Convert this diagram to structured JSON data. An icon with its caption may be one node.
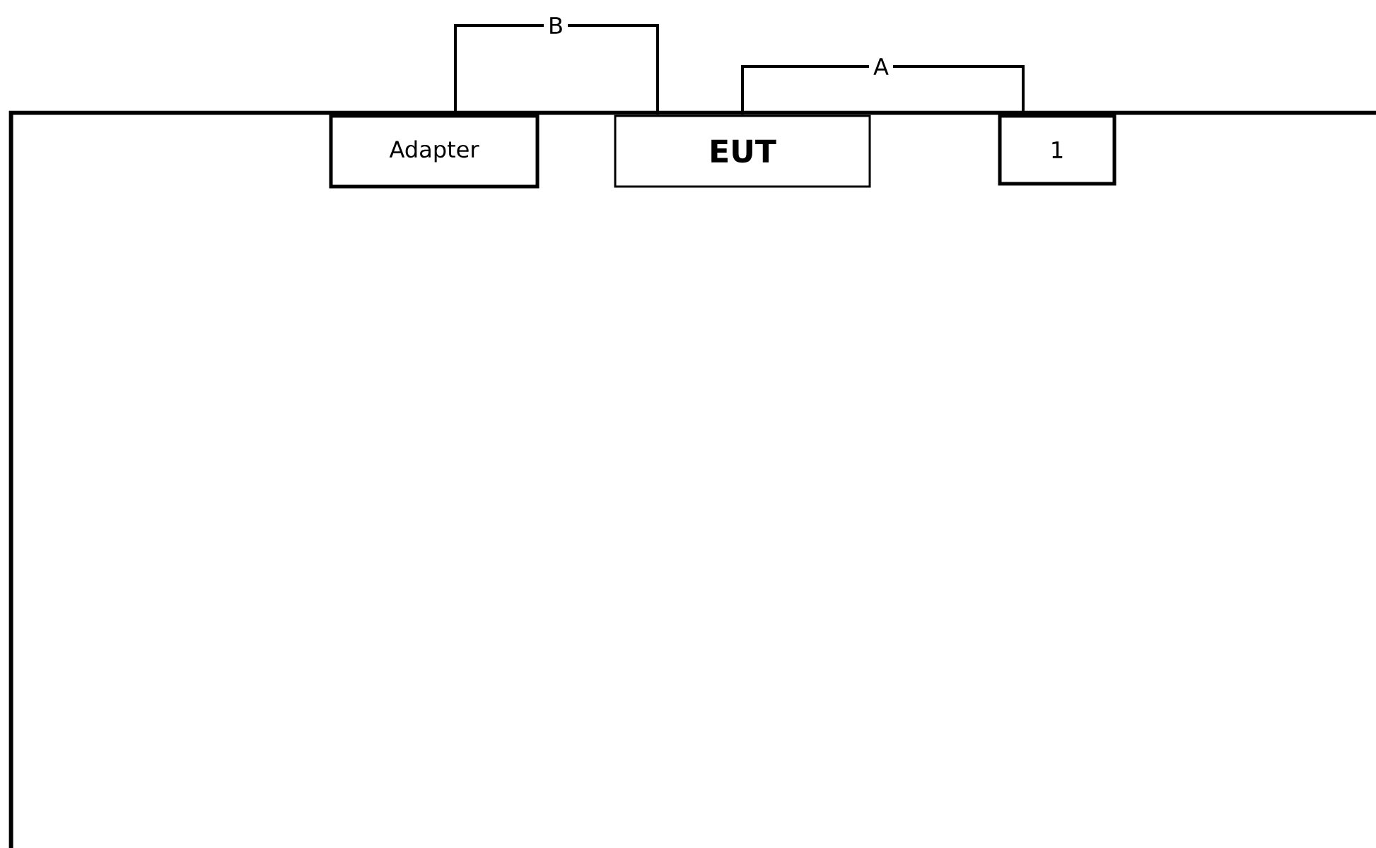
{
  "diagram": {
    "nodes": [
      {
        "text": [],
        "shape": "box"
      },
      {
        "text": [
          "Adapter"
        ],
        "in": 0
      },
      {
        "text": [
          "EUT"
        ],
        "in": 0
      },
      {
        "text": [
          "1"
        ],
        "in": 0
      }
    ],
    "edges": [
      {
        "from": 1,
        "to": 2,
        "arrow": "none",
        "label": "B"
      },
      {
        "from": 2,
        "to": 3,
        "arrow": "none",
        "label": "A"
      }
    ]
  }
}
